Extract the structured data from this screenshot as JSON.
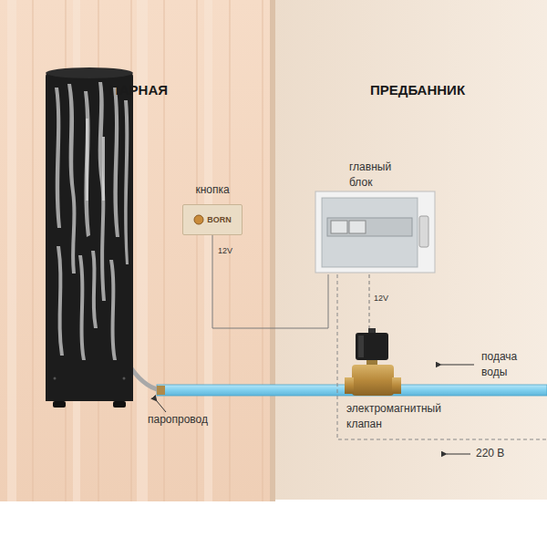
{
  "diagram": {
    "nodes": [
      {
        "text": [
          "кнопка",
          "BORN"
        ]
      },
      {
        "text": [
          "главный блок"
        ]
      },
      {
        "text": [
          "электромагнитный клапан"
        ]
      }
    ],
    "edges": [
      {
        "from": 0,
        "to": 1,
        "arrow": "none",
        "label": "12V"
      },
      {
        "from": 1,
        "to": 2,
        "arrow": "none",
        "label": "12V"
      }
    ],
    "labels": [
      "ПАРНАЯ",
      "ПРЕДБАННИК",
      "подача воды",
      "паропровод",
      "220 В"
    ]
  }
}
